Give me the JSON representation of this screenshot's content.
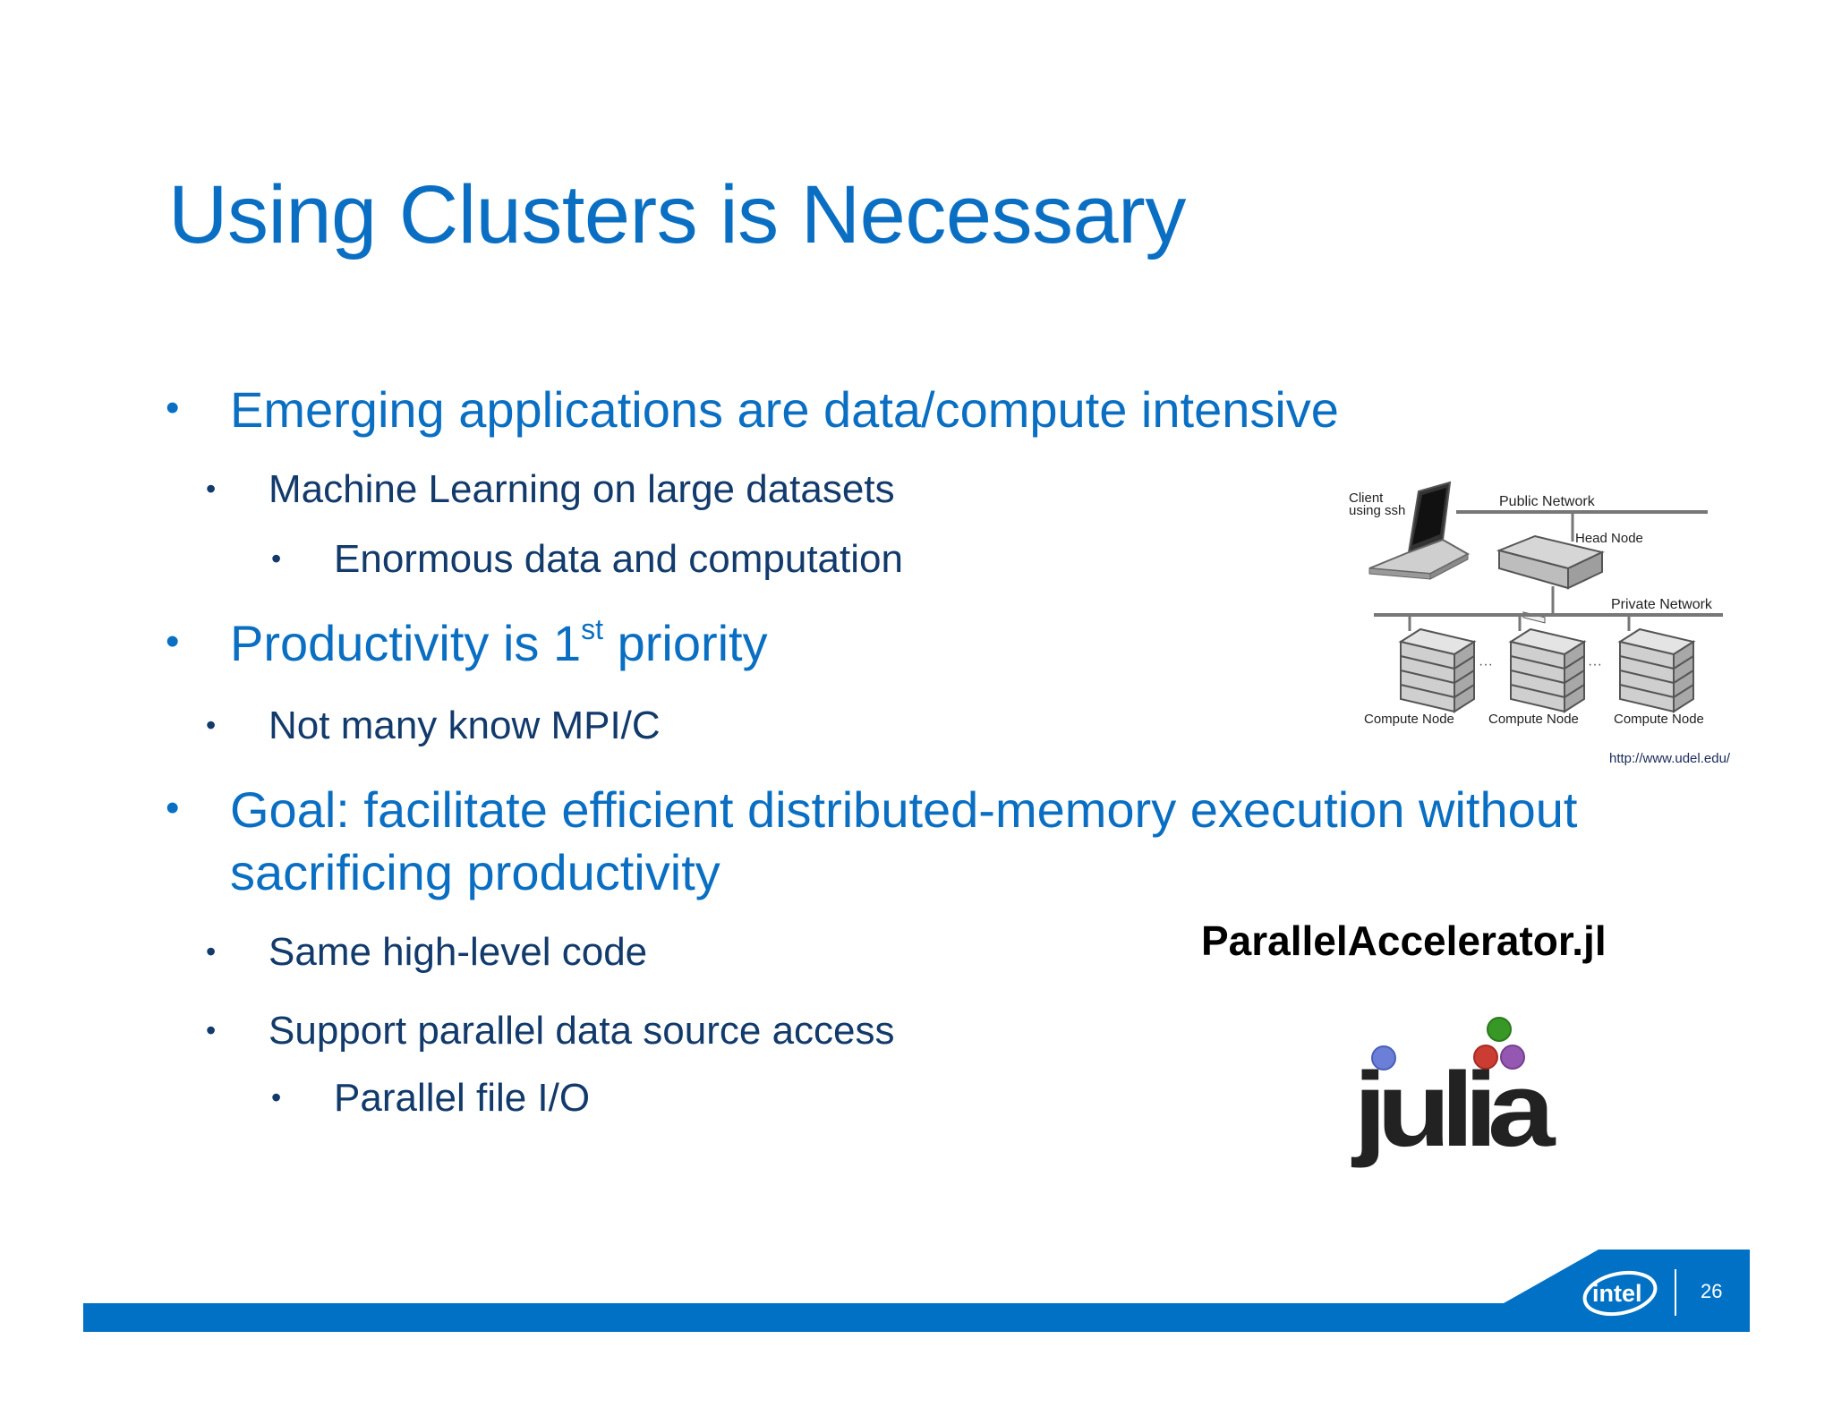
{
  "slide": {
    "title": "Using Clusters is Necessary",
    "bullets": {
      "b1": "Emerging applications are data/compute intensive",
      "b1_1": "Machine Learning on large datasets",
      "b1_1_1": "Enormous data and computation",
      "b2_pre": "Productivity is 1",
      "b2_sup": "st",
      "b2_post": " priority",
      "b2_1": "Not many know MPI/C",
      "b3_line1": "Goal: facilitate efficient distributed-memory execution without",
      "b3_line2": "sacrificing productivity",
      "b3_1": "Same high-level code",
      "b3_2": "Support parallel data source access",
      "b3_2_1": "Parallel file I/O"
    },
    "bullet_glyph": "•",
    "diagram": {
      "client_line1": "Client",
      "client_line2": "using ssh",
      "public_network": "Public Network",
      "head_node": "Head Node",
      "private_network": "Private Network",
      "compute_nodes": [
        "Compute Node",
        "Compute Node",
        "Compute Node"
      ],
      "source_url": "http://www.udel.edu/"
    },
    "framework_label": "ParallelAccelerator.jl",
    "julia_logo_text": "julia",
    "intel_logo_text": "intel",
    "page_number": "26",
    "colors": {
      "title_blue": "#0a6fc2",
      "text_navy": "#123a6b",
      "footer_blue": "#0071c5",
      "julia_blue": "#6b7fd8",
      "julia_red": "#cb3c33",
      "julia_green": "#389826",
      "julia_purple": "#9558b2"
    }
  }
}
